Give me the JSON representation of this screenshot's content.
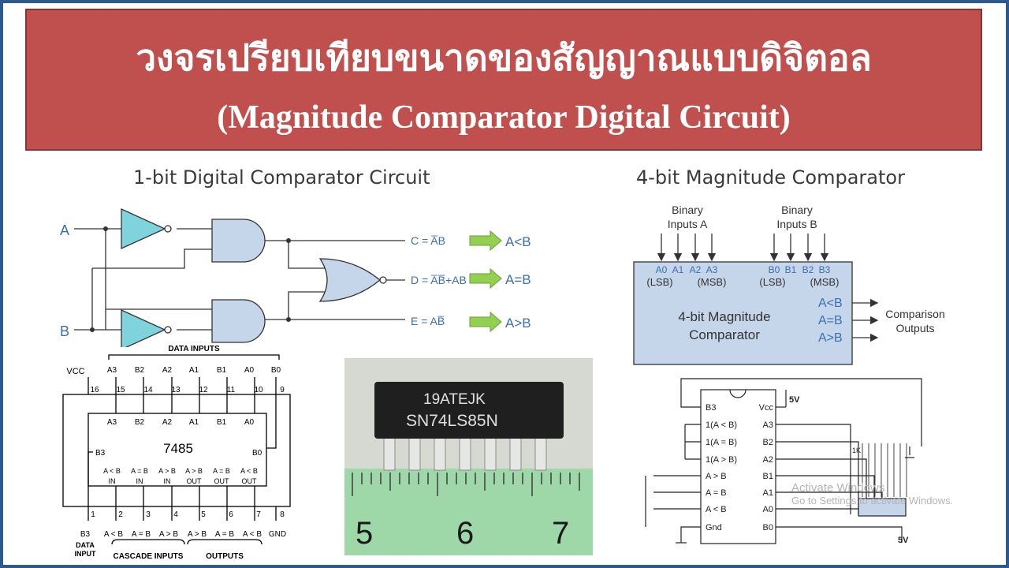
{
  "title": {
    "thai": "วงจรเปรียบเทียบขนาดของสัญญาณแบบดิจิตอล",
    "english": "(Magnitude Comparator Digital Circuit)"
  },
  "one_bit": {
    "heading": "1-bit Digital Comparator Circuit",
    "input_a": "A",
    "input_b": "B",
    "out_c": "C = A̅B",
    "out_d": "D = A̅B̅+AB",
    "out_e": "E = AB̅",
    "result_c": "A<B",
    "result_d": "A=B",
    "result_e": "A>B"
  },
  "four_bit": {
    "heading": "4-bit Magnitude Comparator",
    "inputs_a": [
      "Binary",
      "Inputs A"
    ],
    "inputs_b": [
      "Binary",
      "Inputs B"
    ],
    "pins_a": [
      "A0",
      "A1",
      "A2",
      "A3"
    ],
    "pins_b": [
      "B0",
      "B1",
      "B2",
      "B3"
    ],
    "lsb": "(LSB)",
    "msb": "(MSB)",
    "block_label": [
      "4-bit Magnitude",
      "Comparator"
    ],
    "outputs": [
      "A<B",
      "A=B",
      "A>B"
    ],
    "outputs_label": [
      "Comparison",
      "Outputs"
    ]
  },
  "ic7485": {
    "data_inputs": "DATA INPUTS",
    "vcc": "VCC",
    "top_names": [
      "A3",
      "B2",
      "A2",
      "A1",
      "B1",
      "A0",
      "B0"
    ],
    "top_pins": [
      "16",
      "15",
      "14",
      "13",
      "12",
      "11",
      "10",
      "9"
    ],
    "inner_top": [
      "A3",
      "B2",
      "A2",
      "A1",
      "B1",
      "A0"
    ],
    "chip": "7485",
    "b3": "B3",
    "b0": "B0",
    "inner_bottom_1": [
      "A < B",
      "A = B",
      "A > B",
      "A > B",
      "A = B",
      "A < B"
    ],
    "inner_bottom_2": [
      "IN",
      "IN",
      "IN",
      "OUT",
      "OUT",
      "OUT"
    ],
    "bottom_pins": [
      "1",
      "2",
      "3",
      "4",
      "5",
      "6",
      "7",
      "8"
    ],
    "bottom_names": [
      "B3",
      "A < B",
      "A = B",
      "A > B",
      "A > B",
      "A = B",
      "A < B",
      "GND"
    ],
    "data_input_label": [
      "DATA",
      "INPUT"
    ],
    "cascade_inputs": "CASCADE INPUTS",
    "outputs": "OUTPUTS"
  },
  "photo": {
    "chip_line1": "19ATEJK",
    "chip_line2": "SN74LS85N",
    "ruler_numbers": [
      "5",
      "6",
      "7"
    ]
  },
  "wiring": {
    "left_pins": [
      "B3",
      "1(A < B)",
      "1(A = B)",
      "1(A > B)",
      "A > B",
      "A = B",
      "A < B",
      "Gnd"
    ],
    "right_pins": [
      "Vcc",
      "A3",
      "B2",
      "A2",
      "B1",
      "A1",
      "A0",
      "B0"
    ],
    "vcc_label": "5V",
    "ground_label": "5V",
    "resistor_label": "1K"
  },
  "watermark": {
    "line1": "Activate Windows",
    "line2": "Go to Settings to activate Windows."
  },
  "colors": {
    "title_bg": "#c0504d",
    "gate_fill": "#c5d5ea",
    "buffer_fill": "#7fd3dc",
    "block_fill": "#c5d5ea",
    "arrow_fill": "#92d050",
    "label_blue": "#3a6fb0"
  }
}
